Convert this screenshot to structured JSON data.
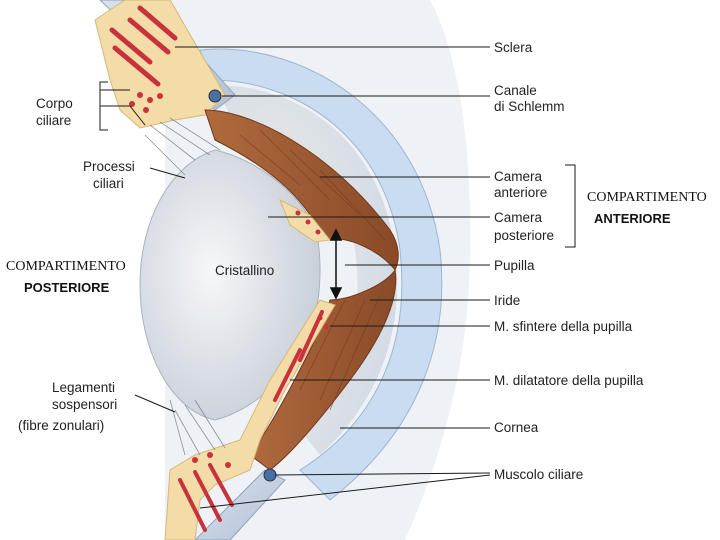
{
  "labels": {
    "sclera": "Sclera",
    "schlemm_1": "Canale",
    "schlemm_2": "di Schlemm",
    "corpo_1": "Corpo",
    "corpo_2": "ciliare",
    "processi_1": "Processi",
    "processi_2": "ciliari",
    "camera_ant_1": "Camera",
    "camera_ant_2": "anteriore",
    "camera_post_1": "Camera",
    "camera_post_2": "posteriore",
    "comp_ant_1": "COMPARTIMENTO",
    "comp_ant_2": "ANTERIORE",
    "comp_post_1": "COMPARTIMENTO",
    "comp_post_2": "POSTERIORE",
    "cristallino": "Cristallino",
    "pupilla": "Pupilla",
    "iride": "Iride",
    "sfintere": "M. sfintere della pupilla",
    "dilatatore": "M. dilatatore della pupilla",
    "legamenti_1": "Legamenti",
    "legamenti_2": "sospensori",
    "legamenti_3": "(fibre  zonulari)",
    "cornea": "Cornea",
    "muscolo": "Muscolo ciliare"
  },
  "colors": {
    "iris": "#9a5a34",
    "ciliary": "#f3dca8",
    "muscle": "#c8323a",
    "lens": "#e6eaef",
    "cornea": "#c9dcf0",
    "sclera": "#bcc9dc"
  }
}
